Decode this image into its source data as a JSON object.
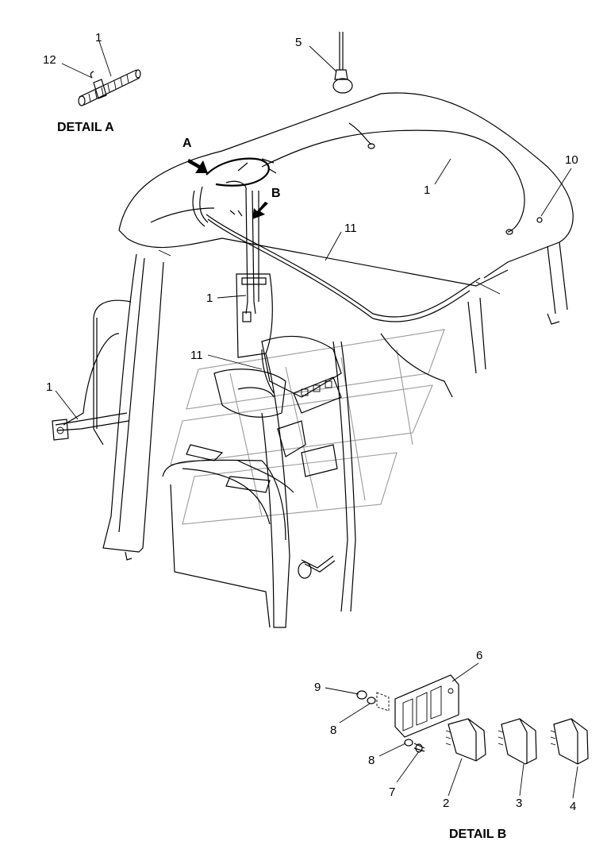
{
  "detail_labels": {
    "detail_a": "DETAIL A",
    "detail_b": "DETAIL B",
    "view_a": "A",
    "view_b": "B"
  },
  "callouts": {
    "c1_top": "1",
    "c12": "12",
    "c5": "5",
    "c10": "10",
    "c1_roof": "1",
    "c11_roof": "11",
    "c1_pillar": "1",
    "c11_dash": "11",
    "c1_left": "1",
    "c6": "6",
    "c9": "9",
    "c8_upper": "8",
    "c8_lower": "8",
    "c7": "7",
    "c2": "2",
    "c3": "3",
    "c4": "4"
  }
}
